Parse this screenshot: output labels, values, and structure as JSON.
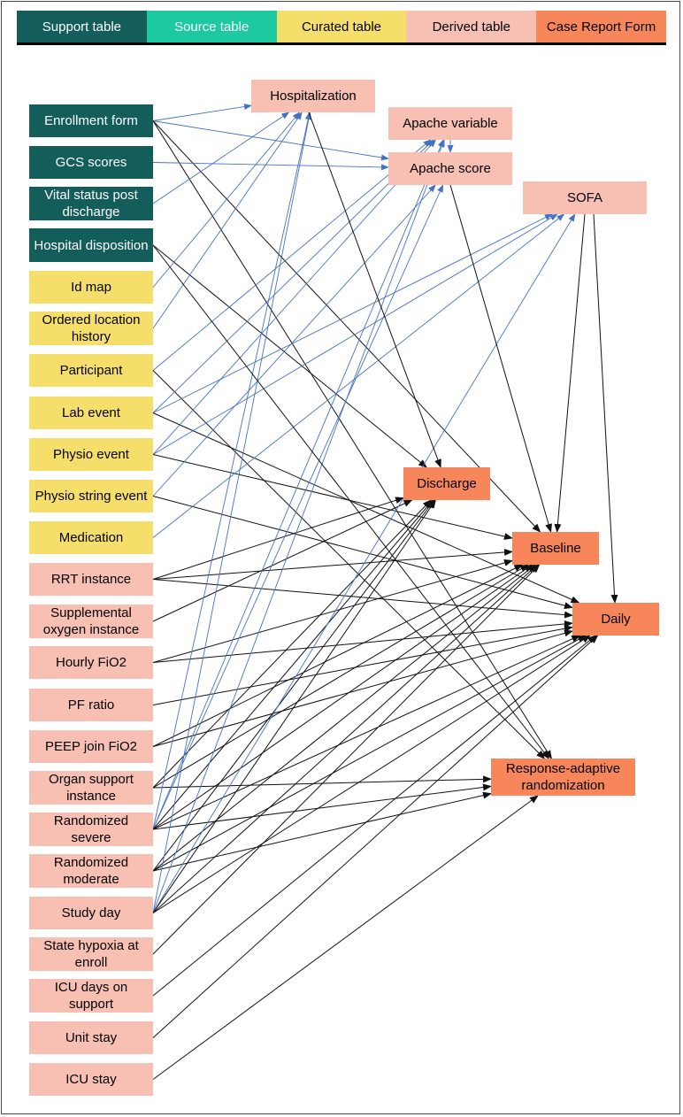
{
  "legend": [
    {
      "label": "Support table",
      "color": "#135d5b",
      "text_color": "#ffffff"
    },
    {
      "label": "Source table",
      "color": "#1dc9a0",
      "text_color": "#ffffff"
    },
    {
      "label": "Curated table",
      "color": "#f5df6a",
      "text_color": "#000000"
    },
    {
      "label": "Derived table",
      "color": "#f8bfb3",
      "text_color": "#000000"
    },
    {
      "label": "Case Report Form",
      "color": "#f7875a",
      "text_color": "#000000"
    }
  ],
  "colors": {
    "black_edge": "#111111",
    "blue_edge": "#4472c4"
  },
  "nodes": {
    "enrollment_form": {
      "label": "Enrollment form",
      "kind": "support"
    },
    "gcs_scores": {
      "label": "GCS scores",
      "kind": "support"
    },
    "vital_status": {
      "label": "Vital status post discharge",
      "kind": "support"
    },
    "hospital_disposition": {
      "label": "Hospital disposition",
      "kind": "support"
    },
    "id_map": {
      "label": "Id map",
      "kind": "curated"
    },
    "ordered_location": {
      "label": "Ordered location history",
      "kind": "curated"
    },
    "participant": {
      "label": "Participant",
      "kind": "curated"
    },
    "lab_event": {
      "label": "Lab event",
      "kind": "curated"
    },
    "physio_event": {
      "label": "Physio event",
      "kind": "curated"
    },
    "physio_string": {
      "label": "Physio string event",
      "kind": "curated"
    },
    "medication": {
      "label": "Medication",
      "kind": "curated"
    },
    "rrt": {
      "label": "RRT instance",
      "kind": "derived"
    },
    "supp_oxygen": {
      "label": "Supplemental oxygen instance",
      "kind": "derived"
    },
    "hourly_fio2": {
      "label": "Hourly FiO2",
      "kind": "derived"
    },
    "pf_ratio": {
      "label": "PF ratio",
      "kind": "derived"
    },
    "peep": {
      "label": "PEEP join FiO2",
      "kind": "derived"
    },
    "organ_support": {
      "label": "Organ support instance",
      "kind": "derived"
    },
    "rand_severe": {
      "label": "Randomized severe",
      "kind": "derived"
    },
    "rand_moderate": {
      "label": "Randomized moderate",
      "kind": "derived"
    },
    "study_day": {
      "label": "Study day",
      "kind": "derived"
    },
    "state_hypoxia": {
      "label": "State hypoxia at enroll",
      "kind": "derived"
    },
    "icu_days": {
      "label": "ICU days on support",
      "kind": "derived"
    },
    "unit_stay": {
      "label": "Unit stay",
      "kind": "derived"
    },
    "icu_stay": {
      "label": "ICU stay",
      "kind": "derived"
    },
    "hospitalization": {
      "label": "Hospitalization",
      "kind": "derived"
    },
    "apache_variable": {
      "label": "Apache variable",
      "kind": "derived"
    },
    "apache_score": {
      "label": "Apache score",
      "kind": "derived"
    },
    "sofa": {
      "label": "SOFA",
      "kind": "derived"
    },
    "discharge": {
      "label": "Discharge",
      "kind": "crf"
    },
    "baseline": {
      "label": "Baseline",
      "kind": "crf"
    },
    "daily": {
      "label": "Daily",
      "kind": "crf"
    },
    "rar": {
      "label": "Response-adaptive randomization",
      "kind": "crf"
    }
  },
  "edges": [
    {
      "from": "enrollment_form",
      "to": "hospitalization",
      "color": "blue"
    },
    {
      "from": "enrollment_form",
      "to": "apache_score",
      "color": "blue"
    },
    {
      "from": "enrollment_form",
      "to": "baseline",
      "color": "black"
    },
    {
      "from": "enrollment_form",
      "to": "rar",
      "color": "black"
    },
    {
      "from": "gcs_scores",
      "to": "apache_score",
      "color": "blue"
    },
    {
      "from": "vital_status",
      "to": "hospitalization",
      "color": "blue"
    },
    {
      "from": "hospital_disposition",
      "to": "discharge",
      "color": "black"
    },
    {
      "from": "id_map",
      "to": "hospitalization",
      "color": "blue"
    },
    {
      "from": "ordered_location",
      "to": "hospitalization",
      "color": "blue"
    },
    {
      "from": "participant",
      "to": "apache_variable",
      "color": "blue"
    },
    {
      "from": "participant",
      "to": "rar",
      "color": "black"
    },
    {
      "from": "lab_event",
      "to": "apache_variable",
      "color": "blue"
    },
    {
      "from": "lab_event",
      "to": "sofa",
      "color": "blue"
    },
    {
      "from": "lab_event",
      "to": "daily",
      "color": "black"
    },
    {
      "from": "physio_event",
      "to": "apache_variable",
      "color": "blue"
    },
    {
      "from": "physio_event",
      "to": "sofa",
      "color": "blue"
    },
    {
      "from": "physio_event",
      "to": "baseline",
      "color": "black"
    },
    {
      "from": "physio_string",
      "to": "apache_score",
      "color": "blue"
    },
    {
      "from": "physio_string",
      "to": "daily",
      "color": "black"
    },
    {
      "from": "medication",
      "to": "sofa",
      "color": "blue"
    },
    {
      "from": "rrt",
      "to": "baseline",
      "color": "black"
    },
    {
      "from": "rrt",
      "to": "daily",
      "color": "black"
    },
    {
      "from": "rrt",
      "to": "discharge",
      "color": "black"
    },
    {
      "from": "supp_oxygen",
      "to": "discharge",
      "color": "black"
    },
    {
      "from": "hourly_fio2",
      "to": "baseline",
      "color": "black"
    },
    {
      "from": "hourly_fio2",
      "to": "daily",
      "color": "black"
    },
    {
      "from": "pf_ratio",
      "to": "daily",
      "color": "black"
    },
    {
      "from": "peep",
      "to": "baseline",
      "color": "black"
    },
    {
      "from": "peep",
      "to": "daily",
      "color": "black"
    },
    {
      "from": "organ_support",
      "to": "discharge",
      "color": "black"
    },
    {
      "from": "organ_support",
      "to": "baseline",
      "color": "black"
    },
    {
      "from": "organ_support",
      "to": "rar",
      "color": "black"
    },
    {
      "from": "rand_severe",
      "to": "hospitalization",
      "color": "blue"
    },
    {
      "from": "rand_severe",
      "to": "apache_variable",
      "color": "blue"
    },
    {
      "from": "rand_severe",
      "to": "apache_score",
      "color": "blue"
    },
    {
      "from": "rand_severe",
      "to": "discharge",
      "color": "black"
    },
    {
      "from": "rand_severe",
      "to": "baseline",
      "color": "black"
    },
    {
      "from": "rand_severe",
      "to": "daily",
      "color": "black"
    },
    {
      "from": "rand_severe",
      "to": "rar",
      "color": "black"
    },
    {
      "from": "rand_moderate",
      "to": "discharge",
      "color": "black"
    },
    {
      "from": "rand_moderate",
      "to": "baseline",
      "color": "black"
    },
    {
      "from": "rand_moderate",
      "to": "daily",
      "color": "black"
    },
    {
      "from": "rand_moderate",
      "to": "rar",
      "color": "black"
    },
    {
      "from": "study_day",
      "to": "hospitalization",
      "color": "blue"
    },
    {
      "from": "study_day",
      "to": "apache_variable",
      "color": "blue"
    },
    {
      "from": "study_day",
      "to": "sofa",
      "color": "blue"
    },
    {
      "from": "study_day",
      "to": "discharge",
      "color": "black"
    },
    {
      "from": "study_day",
      "to": "baseline",
      "color": "black"
    },
    {
      "from": "study_day",
      "to": "daily",
      "color": "black"
    },
    {
      "from": "state_hypoxia",
      "to": "baseline",
      "color": "black"
    },
    {
      "from": "icu_days",
      "to": "daily",
      "color": "black"
    },
    {
      "from": "unit_stay",
      "to": "daily",
      "color": "black"
    },
    {
      "from": "icu_stay",
      "to": "rar",
      "color": "black"
    },
    {
      "from": "hospitalization",
      "to": "discharge",
      "color": "black"
    },
    {
      "from": "apache_variable",
      "to": "apache_score",
      "color": "blue"
    },
    {
      "from": "apache_score",
      "to": "baseline",
      "color": "black"
    },
    {
      "from": "sofa",
      "to": "baseline",
      "color": "black"
    },
    {
      "from": "sofa",
      "to": "daily",
      "color": "black"
    },
    {
      "from": "hospital_disposition",
      "to": "rar",
      "color": "black"
    }
  ]
}
